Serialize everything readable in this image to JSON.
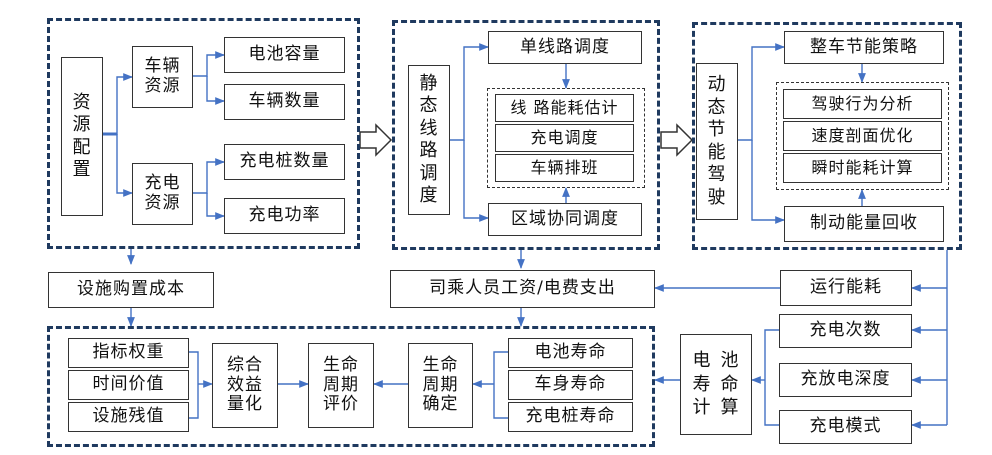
{
  "colors": {
    "arrow": "#4472c4",
    "dashed_border": "#1f3a5f",
    "box_border": "#333333"
  },
  "resource": {
    "title_chars": [
      "资",
      "源",
      "配",
      "置"
    ],
    "vehicle_res": "车辆\n资源",
    "charging_res": "充电\n资源",
    "battery_capacity": "电池容量",
    "vehicle_count": "车辆数量",
    "charger_count": "充电桩数量",
    "charging_power": "充电功率"
  },
  "static": {
    "title_chars": [
      "静",
      "态",
      "线",
      "路",
      "调",
      "度"
    ],
    "single_line": "单线路调度",
    "line_energy": "线 路能耗估计",
    "charge_schedule": "充电调度",
    "vehicle_schedule": "车辆排班",
    "regional": "区域协同调度"
  },
  "dynamic": {
    "title_chars": [
      "动",
      "态",
      "节",
      "能",
      "驾",
      "驶"
    ],
    "vehicle_strategy": "整车节能策略",
    "driving_behavior": "驾驶行为分析",
    "speed_profile": "速度剖面优化",
    "instant_energy": "瞬时能耗计算",
    "brake_recovery": "制动能量回收"
  },
  "middle": {
    "purchase_cost": "设施购置成本",
    "staff_cost": "司乘人员工资/电费支出",
    "operating_energy": "运行能耗"
  },
  "battery_life": {
    "chars": [
      "电",
      "池",
      "寿",
      "命",
      "计",
      "算"
    ],
    "charge_times": "充电次数",
    "dod": "充放电深度",
    "charge_mode": "充电模式"
  },
  "bottom": {
    "index_weight": "指标权重",
    "time_value": "时间价值",
    "residual_value": "设施残值",
    "benefit": "综合\n效益\n量化",
    "lifecycle_eval": "生命\n周期\n评价",
    "lifecycle_det": "生命\n周期\n确定",
    "battery_life_item": "电池寿命",
    "body_life": "车身寿命",
    "charger_life": "充电桩寿命"
  }
}
